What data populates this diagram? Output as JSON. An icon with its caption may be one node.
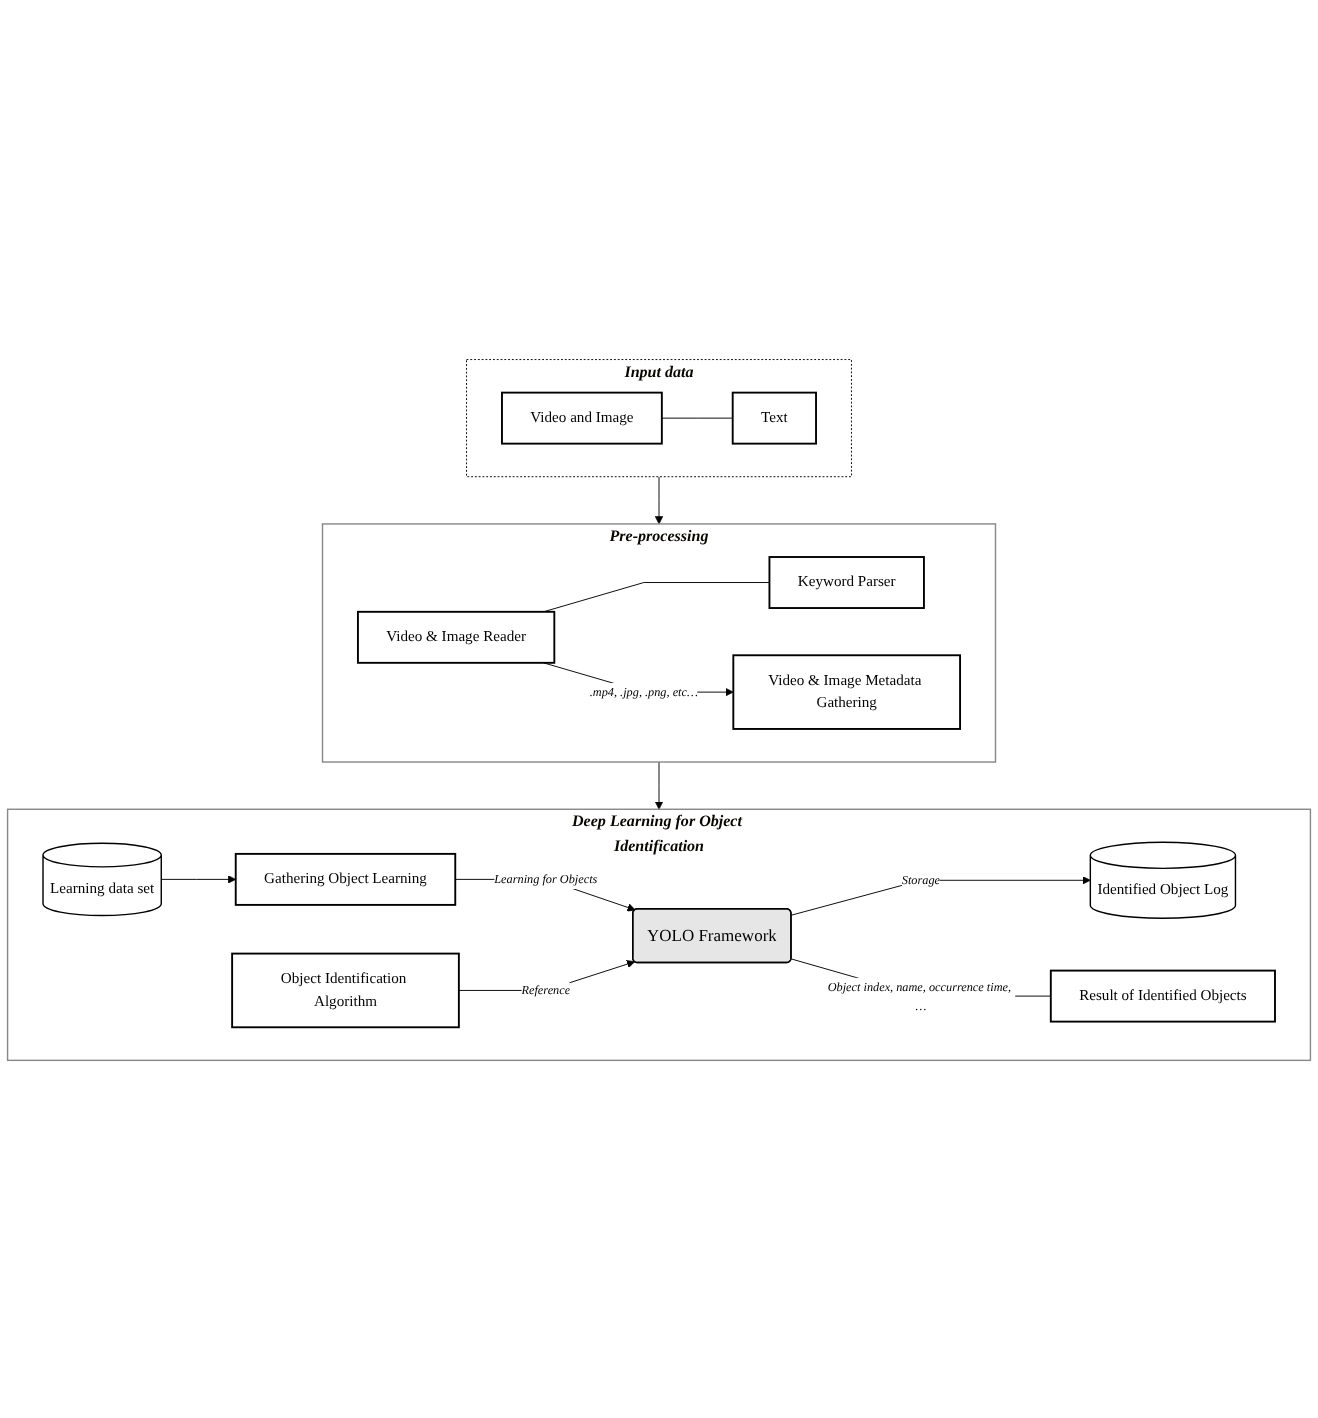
{
  "diagram": {
    "nodes": [
      {
        "text": [
          "Input data"
        ]
      },
      {
        "text": [
          "Video and Image"
        ],
        "in": 0
      },
      {
        "text": [
          "Text"
        ],
        "in": 0
      },
      {
        "text": [
          "Pre-processing"
        ]
      },
      {
        "text": [
          "Video & Image Reader"
        ],
        "in": 3
      },
      {
        "text": [
          "Keyword Parser"
        ],
        "in": 3
      },
      {
        "text": [
          "Video & Image Metadata Gathering"
        ],
        "in": 3
      },
      {
        "text": [
          "Deep Learning for Object Identification"
        ]
      },
      {
        "text": [
          "Gathering Object Learning"
        ],
        "in": 7
      },
      {
        "text": [
          "Object Identification Algorithm"
        ],
        "in": 7
      },
      {
        "text": [
          "Learning data set"
        ],
        "in": 7
      },
      {
        "text": [
          "YOLO Framework"
        ],
        "in": 7
      },
      {
        "text": [
          "Identified Object Log"
        ],
        "in": 7
      },
      {
        "text": [
          "Result of Identified Objects"
        ],
        "in": 7
      }
    ],
    "edges": [
      {
        "from": 1,
        "to": 2,
        "arrow": "none"
      },
      {
        "from": 0,
        "to": 3,
        "arrow": "to"
      },
      {
        "from": 4,
        "to": 5,
        "arrow": "none"
      },
      {
        "from": 4,
        "to": 6,
        "arrow": "to",
        "label": ".mp4, .jpg, .png, etc…"
      },
      {
        "from": 3,
        "to": 7,
        "arrow": "to"
      },
      {
        "from": 10,
        "to": 8,
        "arrow": "to"
      },
      {
        "from": 8,
        "to": 11,
        "arrow": "to",
        "label": "Learning for Objects"
      },
      {
        "from": 9,
        "to": 11,
        "arrow": "to",
        "label": "Reference"
      },
      {
        "from": 11,
        "to": 12,
        "arrow": "to",
        "label": "Storage"
      },
      {
        "from": 11,
        "to": 13,
        "arrow": "none",
        "label": "Object index, name, occurrence time, …"
      }
    ]
  }
}
